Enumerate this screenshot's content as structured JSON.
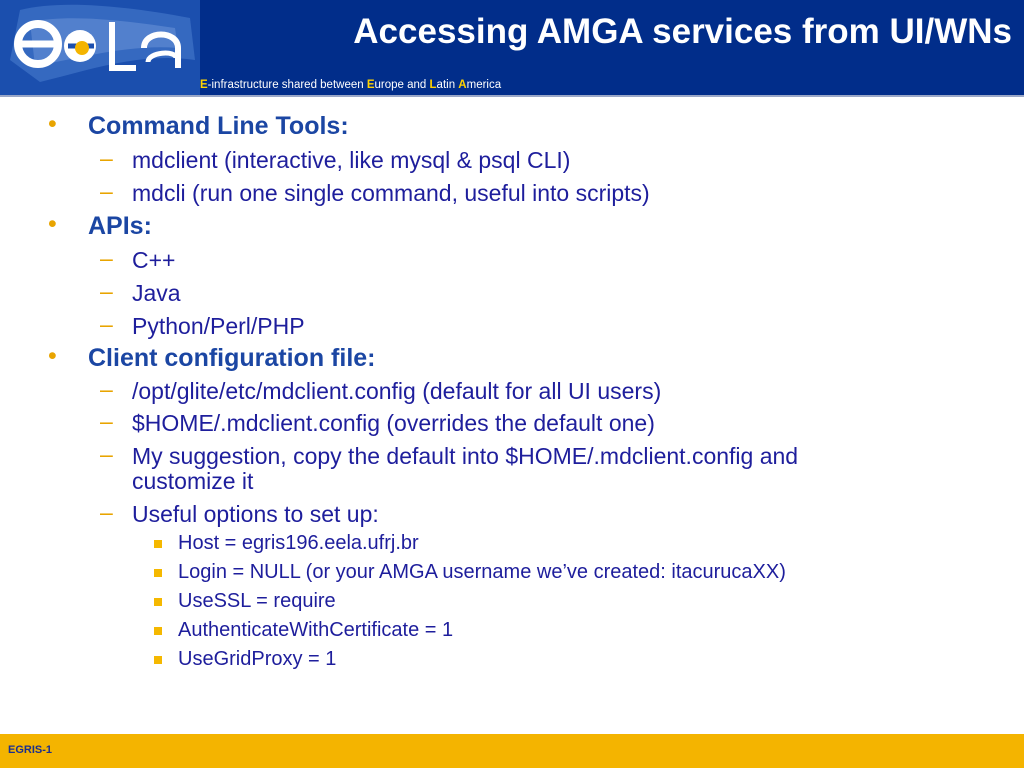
{
  "header": {
    "title": "Accessing AMGA services from UI/WNs",
    "tagline": {
      "e": "E",
      "part1": "-infrastructure shared between ",
      "eu": "E",
      "part2": "urope and ",
      "l": "L",
      "part3": "atin ",
      "a": "A",
      "part4": "merica"
    }
  },
  "colors": {
    "header_bg": "#012d8a",
    "accent": "#f4b400",
    "text": "#1e1e9c"
  },
  "sections": [
    {
      "heading": "Command Line Tools:",
      "items": [
        "mdclient (interactive, like mysql & psql CLI)",
        "mdcli (run one single command, useful into scripts)"
      ]
    },
    {
      "heading": "APIs:",
      "items": [
        "C++",
        "Java",
        "Python/Perl/PHP"
      ]
    },
    {
      "heading": "Client configuration file:",
      "items": [
        "/opt/glite/etc/mdclient.config (default for all UI users)",
        "$HOME/.mdclient.config (overrides the default one)",
        "My suggestion, copy the default into $HOME/.mdclient.config and",
        "customize it",
        "Useful options to set up:"
      ],
      "options": [
        "Host = egris196.eela.ufrj.br",
        "Login = NULL (or your AMGA username we’ve created: itacurucaXX)",
        "UseSSL = require",
        "AuthenticateWithCertificate = 1",
        "UseGridProxy = 1"
      ]
    }
  ],
  "footer": {
    "label": "EGRIS-1"
  }
}
